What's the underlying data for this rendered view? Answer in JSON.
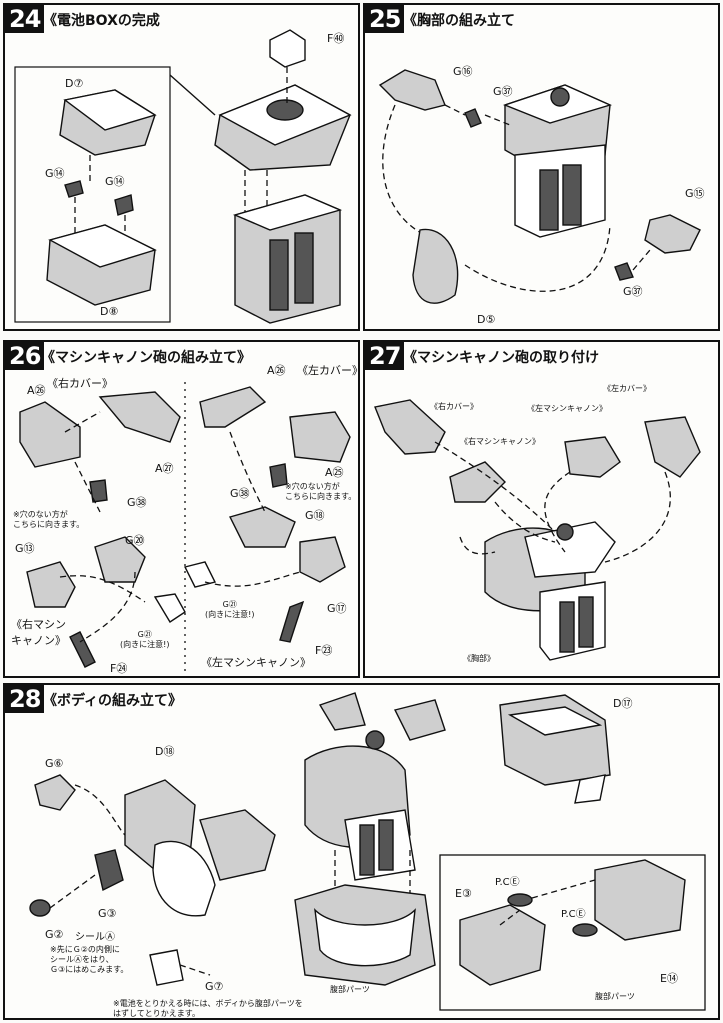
{
  "steps": [
    {
      "number": "24",
      "title": "《電池BOXの完成",
      "labels": {
        "f40": "F㊵",
        "d7": "D⑦",
        "g14a": "G⑭",
        "g14b": "G⑭",
        "d8": "D⑧"
      }
    },
    {
      "number": "25",
      "title": "《胸部の組み立て",
      "labels": {
        "g16": "G⑯",
        "g37a": "G㊲",
        "g15": "G⑮",
        "g37b": "G㊲",
        "d5": "D⑤"
      }
    },
    {
      "number": "26",
      "title": "《マシンキャノン砲の組み立て》",
      "labels": {
        "a26a": "A㉖",
        "right_cover": "《右カバー》",
        "a27": "A㉗",
        "g38a": "G㊳",
        "note_hole_a": "※穴のない方が\nこちらに向きます。",
        "g20": "G⑳",
        "g13": "G⑬",
        "right_cannon": "《右マシン\nキャノン》",
        "g21a": "G㉑\n(向きに注意!)",
        "f24": "F㉔",
        "a26b": "A㉖",
        "left_cover": "《左カバー》",
        "a25": "A㉕",
        "g38b": "G㊳",
        "note_hole_b": "※穴のない方が\nこちらに向きます。",
        "g18": "G⑱",
        "g21b": "G㉑\n(向きに注意!)",
        "g17": "G⑰",
        "f23": "F㉓",
        "left_cannon": "《左マシンキャノン》"
      }
    },
    {
      "number": "27",
      "title": "《マシンキャノン砲の取り付け",
      "labels": {
        "right_cover": "《右カバー》",
        "left_cover": "《左カバー》",
        "left_cannon": "《左マシンキャノン》",
        "right_cannon": "《右マシンキャノン》",
        "chest": "《胸部》"
      }
    },
    {
      "number": "28",
      "title": "《ボディの組み立て》",
      "labels": {
        "g6": "G⑥",
        "d18": "D⑱",
        "d17": "D⑰",
        "g3": "G③",
        "g2": "G②",
        "seal_a": "シールⒶ",
        "note_seal": "※先にＧ②の内側に\nシールⒶをはり、\nＧ③にはめこみます。",
        "g7": "G⑦",
        "waist_parts_a": "腹部パーツ",
        "note_battery": "※電池をとりかえる時には、ボディから腹部パーツを\nはずしてとりかえます。",
        "pce_a": "P.CⒺ",
        "pce_b": "P.CⒺ",
        "e3": "E③",
        "e14": "E⑭",
        "waist_parts_b": "腹部パーツ"
      }
    }
  ]
}
